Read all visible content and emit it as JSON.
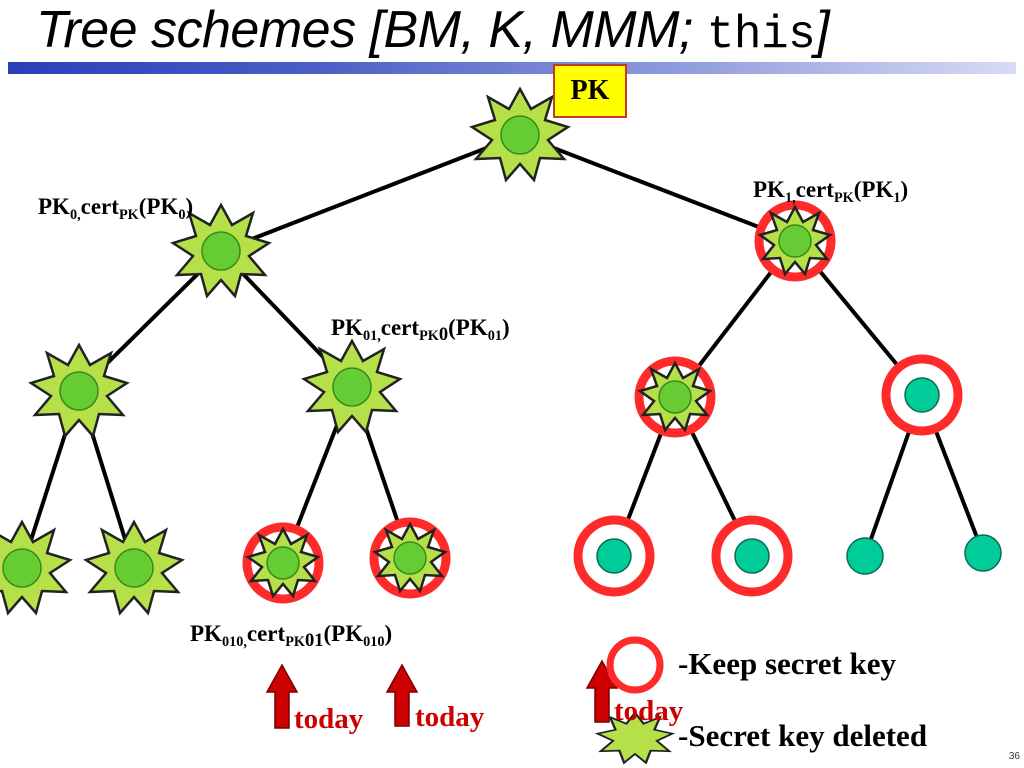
{
  "slide": {
    "title_main": "Tree schemes [BM, K, MMM; ",
    "title_code": "this",
    "title_end": "]",
    "root_label": "PK",
    "slide_number": "36"
  },
  "labels": {
    "pk0": {
      "a": "PK",
      "b": "0,",
      "c": "cert",
      "d": "PK",
      "e": "(PK",
      "f": "0",
      "g": ")"
    },
    "pk1": {
      "a": "PK",
      "b": "1,",
      "c": "cert",
      "d": "PK",
      "e": "(PK",
      "f": "1",
      "g": ")"
    },
    "pk01": {
      "a": "PK",
      "b": "01,",
      "c": "cert",
      "d": "PK",
      "d2": "0",
      "e": "(PK",
      "f": "01",
      "g": ")"
    },
    "pk010": {
      "a": "PK",
      "b": "010,",
      "c": "cert",
      "d": "PK",
      "d2": "01",
      "e": "(PK",
      "f": "010",
      "g": ")"
    }
  },
  "arrows": [
    "today",
    "today",
    "today"
  ],
  "legend": {
    "keep": "-Keep secret key",
    "deleted": "-Secret key deleted"
  },
  "colors": {
    "node_fill": "#66cc33",
    "leaf_fill": "#00cc99",
    "star_fill": "#b5e04a",
    "ring": "#ff2a2a",
    "arrow": "#cc0000"
  }
}
